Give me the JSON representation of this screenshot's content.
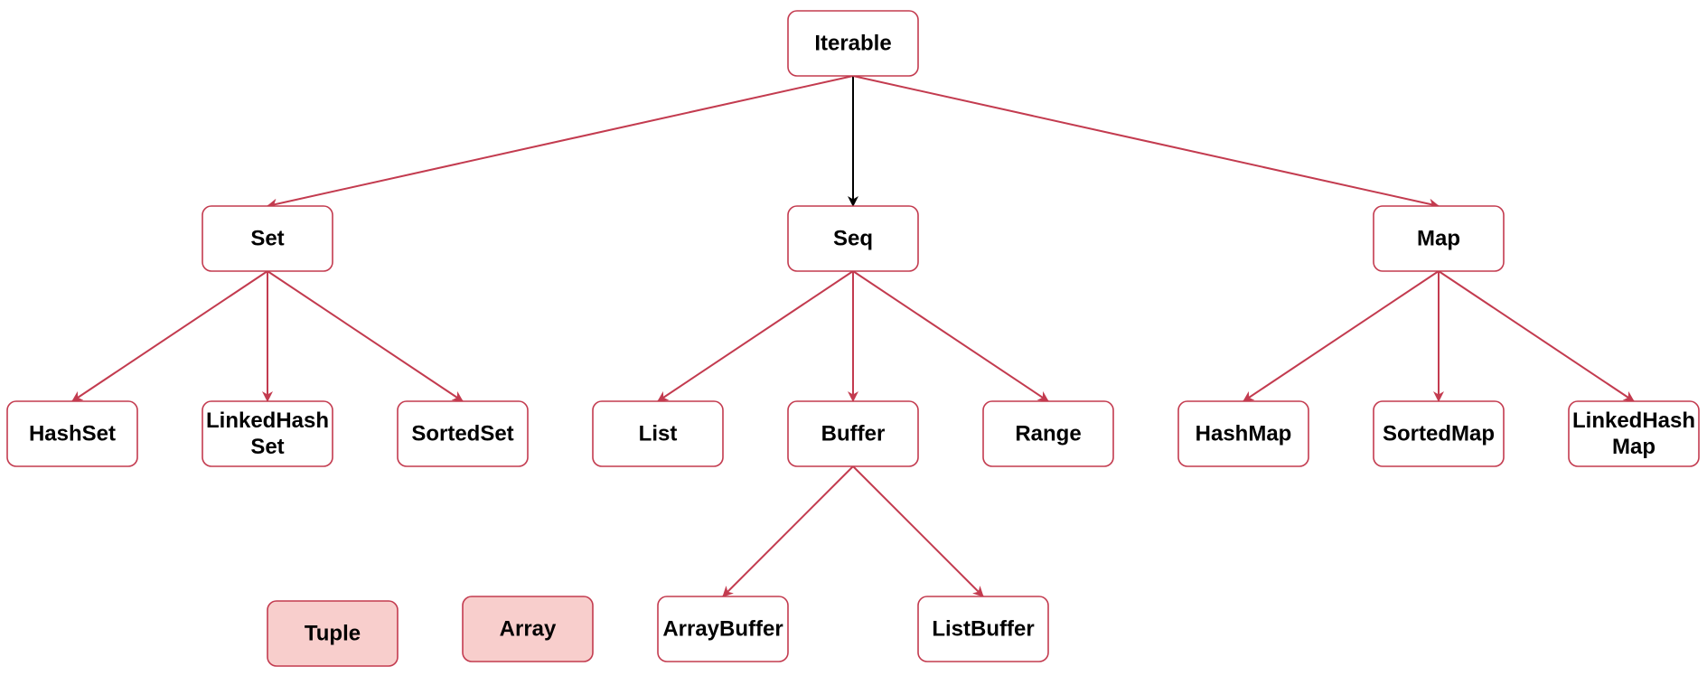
{
  "colors": {
    "node_stroke": "#c33b4f",
    "node_fill": "#ffffff",
    "highlight_fill": "#f8cecc",
    "edge_red": "#c33b4f",
    "edge_black": "#000000",
    "text": "#000000"
  },
  "nodes": [
    {
      "id": "iterable",
      "lines": [
        "Iterable"
      ]
    },
    {
      "id": "set",
      "lines": [
        "Set"
      ]
    },
    {
      "id": "seq",
      "lines": [
        "Seq"
      ]
    },
    {
      "id": "map",
      "lines": [
        "Map"
      ]
    },
    {
      "id": "hashset",
      "lines": [
        "HashSet"
      ]
    },
    {
      "id": "linkedhashset",
      "lines": [
        "LinkedHash",
        "Set"
      ]
    },
    {
      "id": "sortedset",
      "lines": [
        "SortedSet"
      ]
    },
    {
      "id": "list",
      "lines": [
        "List"
      ]
    },
    {
      "id": "buffer",
      "lines": [
        "Buffer"
      ]
    },
    {
      "id": "range",
      "lines": [
        "Range"
      ]
    },
    {
      "id": "hashmap",
      "lines": [
        "HashMap"
      ]
    },
    {
      "id": "sortedmap",
      "lines": [
        "SortedMap"
      ]
    },
    {
      "id": "linkedhashmap",
      "lines": [
        "LinkedHash",
        "Map"
      ]
    },
    {
      "id": "tuple",
      "lines": [
        "Tuple"
      ],
      "filled": true
    },
    {
      "id": "array",
      "lines": [
        "Array"
      ],
      "filled": true
    },
    {
      "id": "arraybuffer",
      "lines": [
        "ArrayBuffer"
      ]
    },
    {
      "id": "listbuffer",
      "lines": [
        "ListBuffer"
      ]
    }
  ],
  "edges": [
    {
      "from": "iterable",
      "to": "set",
      "color": "red"
    },
    {
      "from": "iterable",
      "to": "seq",
      "color": "black"
    },
    {
      "from": "iterable",
      "to": "map",
      "color": "red"
    },
    {
      "from": "set",
      "to": "hashset",
      "color": "red"
    },
    {
      "from": "set",
      "to": "linkedhashset",
      "color": "red"
    },
    {
      "from": "set",
      "to": "sortedset",
      "color": "red"
    },
    {
      "from": "seq",
      "to": "list",
      "color": "red"
    },
    {
      "from": "seq",
      "to": "buffer",
      "color": "red"
    },
    {
      "from": "seq",
      "to": "range",
      "color": "red"
    },
    {
      "from": "map",
      "to": "hashmap",
      "color": "red"
    },
    {
      "from": "map",
      "to": "sortedmap",
      "color": "red"
    },
    {
      "from": "map",
      "to": "linkedhashmap",
      "color": "red"
    },
    {
      "from": "buffer",
      "to": "arraybuffer",
      "color": "red"
    },
    {
      "from": "buffer",
      "to": "listbuffer",
      "color": "red"
    }
  ]
}
